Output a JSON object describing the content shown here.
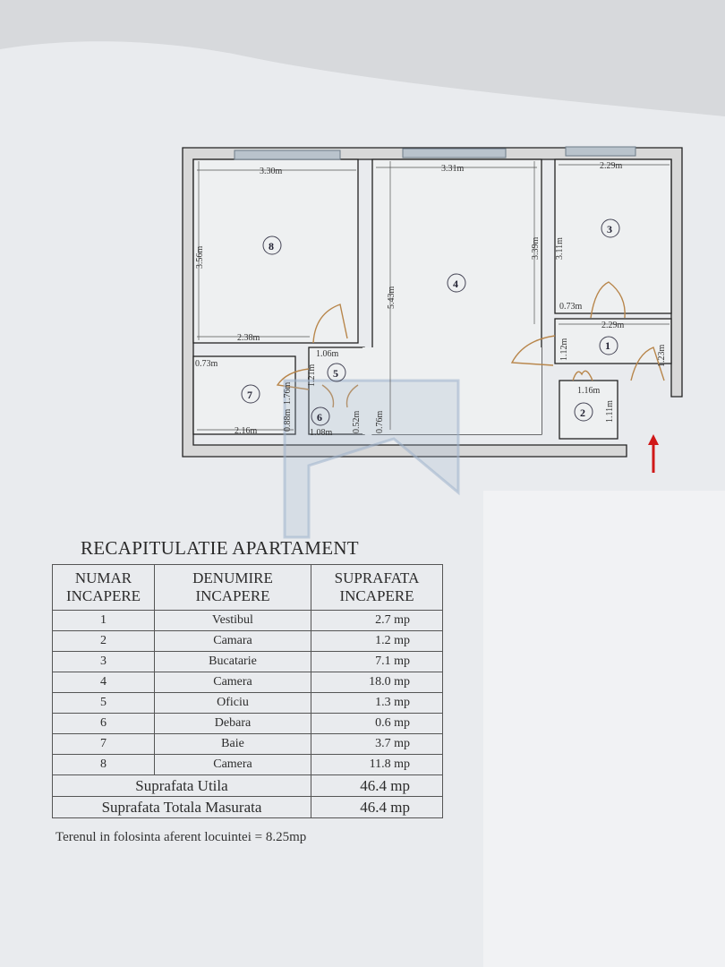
{
  "plan": {
    "rooms": [
      "1",
      "2",
      "3",
      "4",
      "5",
      "6",
      "7",
      "8"
    ],
    "dimensions": [
      "3.30m",
      "3.31m",
      "2.29m",
      "3.56m",
      "5.43m",
      "3.39m",
      "3.11m",
      "0.73m",
      "2.29m",
      "1.12m",
      "1.23m",
      "2.38m",
      "1.06m",
      "0.73m",
      "1.21m",
      "1.76m",
      "0.88m",
      "2.16m",
      "1.08m",
      "0.52m",
      "0.76m",
      "1.16m",
      "1.11m"
    ],
    "colors": {
      "walls": "#222222",
      "doors": "#b8864b",
      "windows": "#8a9aaa",
      "entrance_arrow": "#d01818",
      "watermark": "#9fb3cc"
    }
  },
  "summary": {
    "title": "RECAPITULATIE APARTAMENT",
    "headers": [
      "NUMAR INCAPERE",
      "DENUMIRE INCAPERE",
      "SUPRAFATA INCAPERE"
    ],
    "rows": [
      {
        "nr": "1",
        "name": "Vestibul",
        "area": "2.7 mp"
      },
      {
        "nr": "2",
        "name": "Camara",
        "area": "1.2 mp"
      },
      {
        "nr": "3",
        "name": "Bucatarie",
        "area": "7.1 mp"
      },
      {
        "nr": "4",
        "name": "Camera",
        "area": "18.0 mp"
      },
      {
        "nr": "5",
        "name": "Oficiu",
        "area": "1.3 mp"
      },
      {
        "nr": "6",
        "name": "Debara",
        "area": "0.6 mp"
      },
      {
        "nr": "7",
        "name": "Baie",
        "area": "3.7 mp"
      },
      {
        "nr": "8",
        "name": "Camera",
        "area": "11.8 mp"
      }
    ],
    "totals": [
      {
        "label": "Suprafata Utila",
        "value": "46.4 mp"
      },
      {
        "label": "Suprafata Totala Masurata",
        "value": "46.4 mp"
      }
    ],
    "note": "Terenul in folosinta aferent locuintei = 8.25mp"
  }
}
